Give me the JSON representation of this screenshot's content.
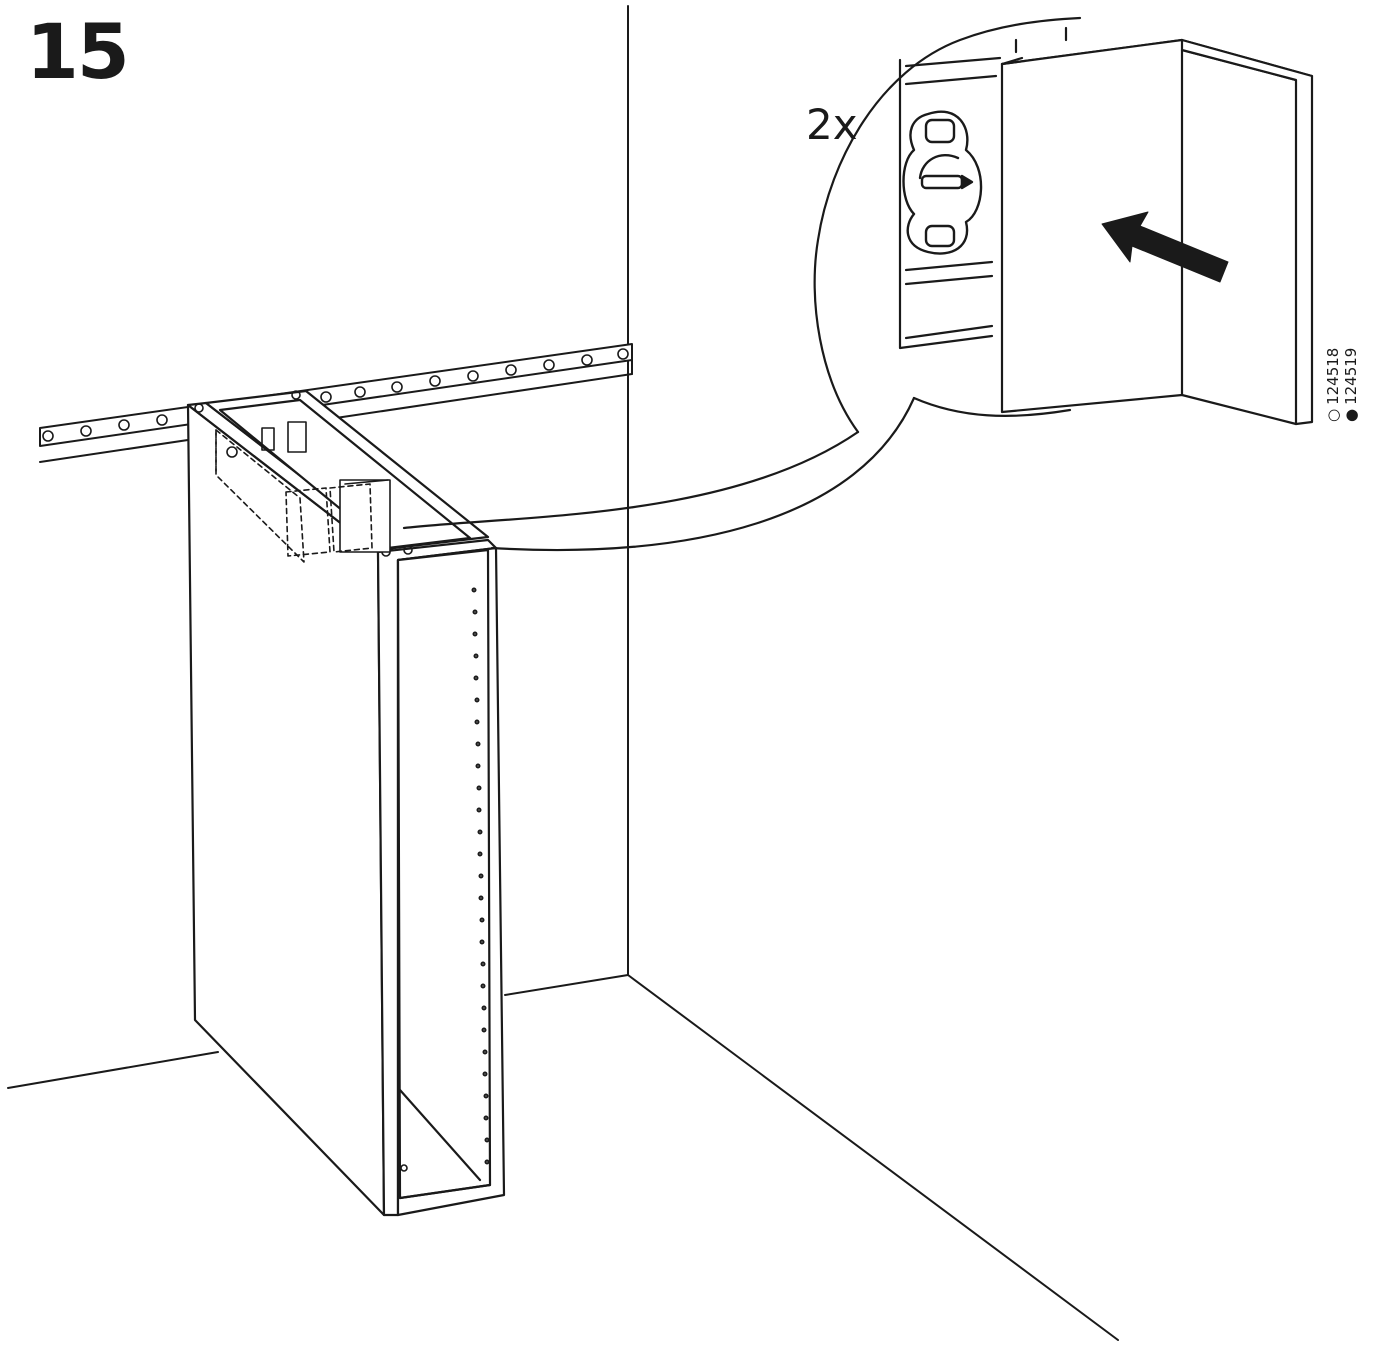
{
  "step": {
    "number": "15"
  },
  "detail": {
    "quantity": "2x"
  },
  "article_codes": [
    {
      "marker": "○",
      "code": "124518"
    },
    {
      "marker": "●",
      "code": "124519"
    }
  ],
  "colors": {
    "ink": "#1a1a1a",
    "paper": "#ffffff"
  },
  "icons": {
    "push-arrow": "arrow pointing left into panel",
    "cam-lock": "cam lock fitting",
    "wall-rail": "perforated suspension rail"
  }
}
